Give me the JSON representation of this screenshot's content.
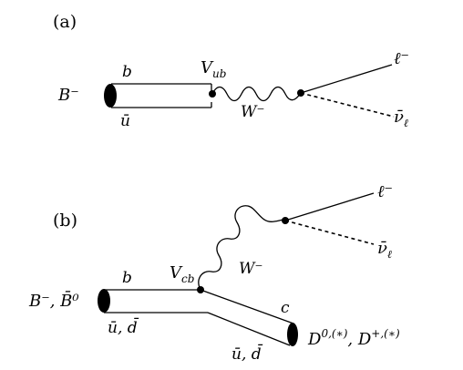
{
  "panel_a": {
    "tag": "(a)",
    "meson": "B⁻",
    "quark_top": "b",
    "quark_bottom": "ū",
    "vertex_label": "V",
    "vertex_sub": "ub",
    "boson": "W⁻",
    "lepton": "ℓ⁻",
    "neutrino": "ν̄",
    "neutrino_sub": "ℓ"
  },
  "panel_b": {
    "tag": "(b)",
    "meson": "B⁻, B̄⁰",
    "quark_top": "b",
    "quark_bottom": "ū, d̄",
    "vertex_label": "V",
    "vertex_sub": "cb",
    "boson": "W⁻",
    "lepton": "ℓ⁻",
    "neutrino": "ν̄",
    "neutrino_sub": "ℓ",
    "out_quark": "c",
    "out_antiquark": "ū, d̄",
    "product_meson": "D",
    "product_sup1": "0,(∗)",
    "product_sep": ", D",
    "product_sup2": "+,(∗)"
  }
}
